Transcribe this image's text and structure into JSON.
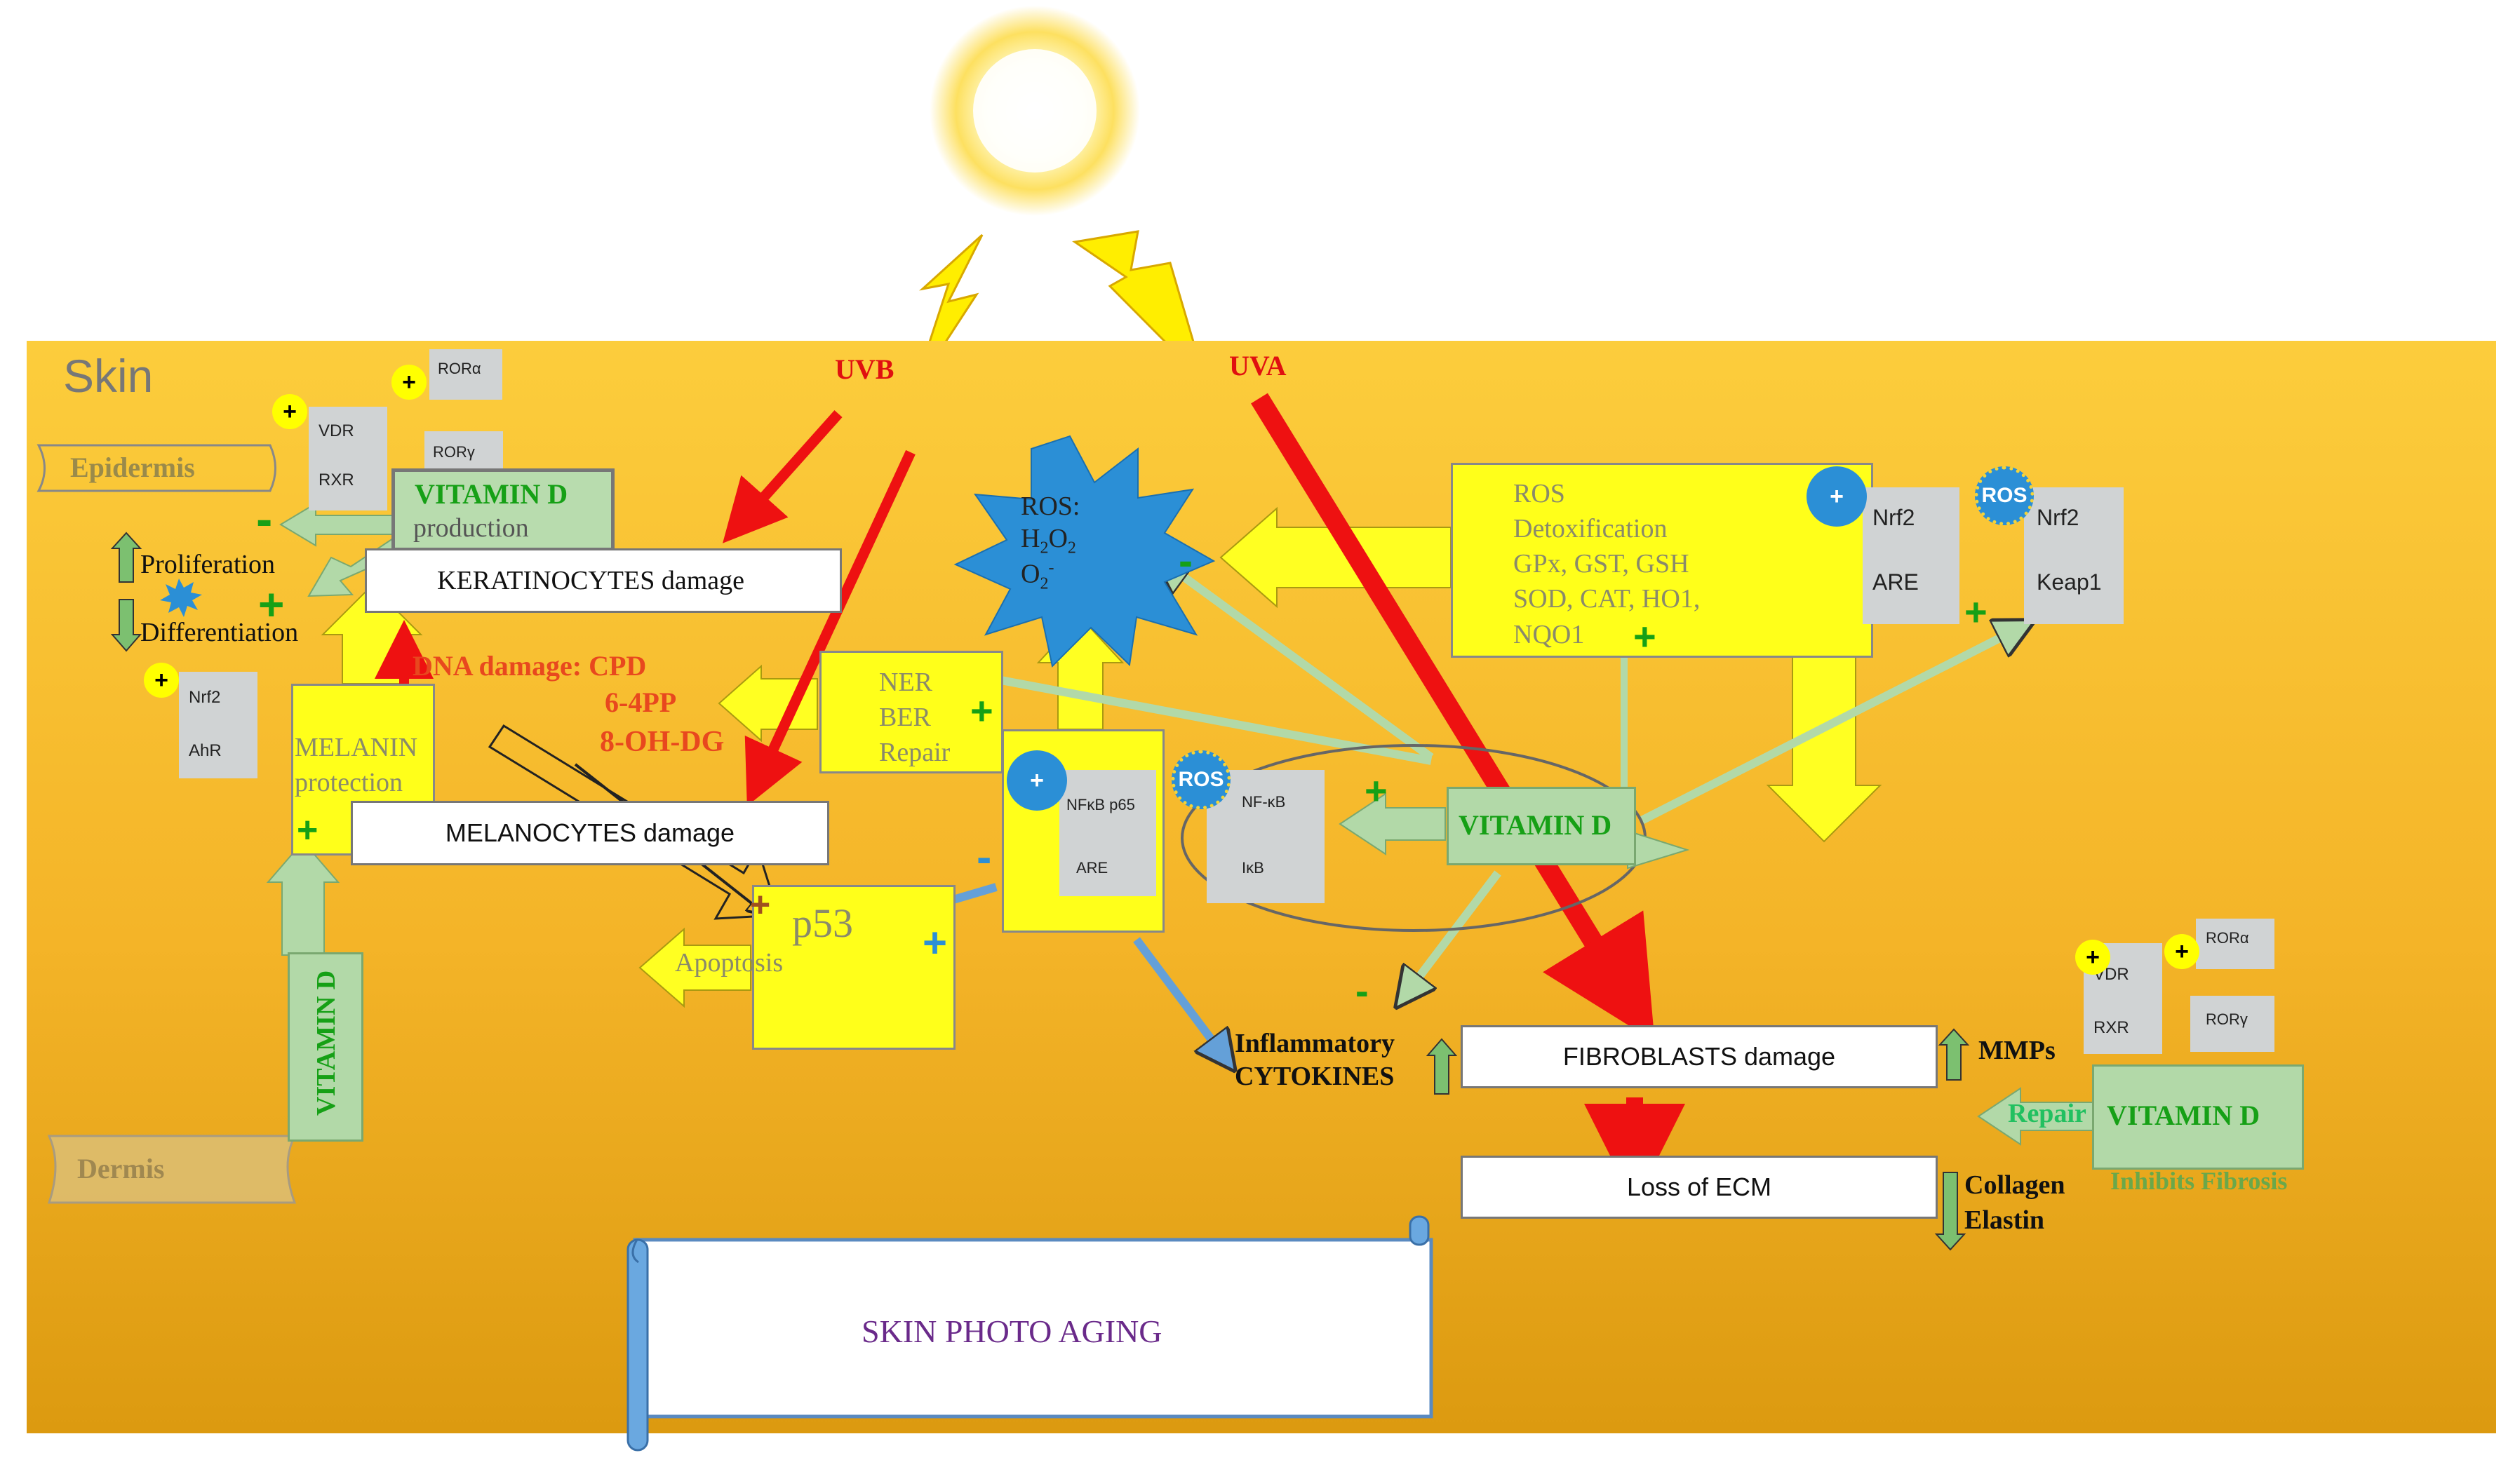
{
  "skin_label": "Skin",
  "epidermis_label": "Epidermis",
  "dermis_label": "Dermis",
  "uvb_label": "UVB",
  "uva_label": "UVA",
  "plus_symbol": "+",
  "minus_symbol": "-",
  "receptors_left": {
    "ror_a": "RORα",
    "vdr": "VDR",
    "ror_g": "RORγ",
    "rxr": "RXR"
  },
  "receptors_right": {
    "ror_a": "RORα",
    "vdr": "VDR",
    "rxr": "RXR",
    "ror_g": "RORγ"
  },
  "vitamin_d_production": {
    "line1": "VITAMIN D",
    "line2": "production"
  },
  "proliferation": "Proliferation",
  "differentiation": "Differentiation",
  "nrf2_ahr": {
    "nrf2": "Nrf2",
    "ahr": "AhR"
  },
  "keratinocytes_damage": "KERATINOCYTES damage",
  "dna_damage": {
    "line1": "DNA damage: CPD",
    "line2": "6-4PP",
    "line3": "8-OH-DG"
  },
  "melanin_protection": {
    "line1": "MELANIN",
    "line2": "protection"
  },
  "melanocytes_damage": "MELANOCYTES damage",
  "vitamin_d_vertical": "VITAMIN D",
  "ros_star": {
    "line1": "ROS:",
    "line2": "H",
    "line2_sub": "2",
    "line2b": "O",
    "line2b_sub": "2",
    "line3": "O",
    "line3_sub": "2",
    "line3_sup": "-"
  },
  "ner_repair": {
    "line1": "NER",
    "line2": "BER",
    "line3": "Repair"
  },
  "nfkb_box": {
    "line1": "NFκB p65",
    "line2": "ARE"
  },
  "nfkb_ikb_box": {
    "line1": "NF-κB",
    "line2": "IκB"
  },
  "ros_badge": "ROS",
  "p53": "p53",
  "apoptosis": "Apoptosis",
  "ros_detox": {
    "lines": [
      "ROS",
      "Detoxification",
      "GPx, GST, GSH",
      "SOD, CAT, HO1,",
      "NQO1"
    ]
  },
  "nrf2_are": {
    "nrf2": "Nrf2",
    "are": "ARE"
  },
  "nrf2_keap1": {
    "nrf2": "Nrf2",
    "keap1": "Keap1"
  },
  "vitamin_d_center": "VITAMIN D",
  "inflammatory": {
    "line1": "Inflammatory",
    "line2": "CYTOKINES"
  },
  "fibroblasts_damage": "FIBROBLASTS damage",
  "mmps": "MMPs",
  "loss_of_ecm": "Loss of ECM",
  "collagen": "Collagen",
  "elastin": "Elastin",
  "repair": "Repair",
  "vitamin_d_right": "VITAMIN D",
  "inhibits_fibrosis": "Inhibits Fibrosis",
  "skin_photo_aging": "SKIN PHOTO AGING"
}
